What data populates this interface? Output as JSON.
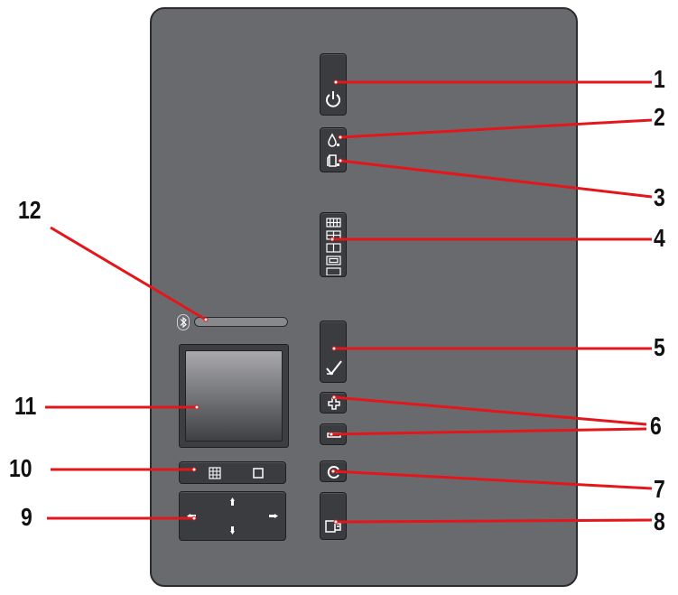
{
  "callouts": [
    {
      "id": "1",
      "label": "1"
    },
    {
      "id": "2",
      "label": "2"
    },
    {
      "id": "3",
      "label": "3"
    },
    {
      "id": "4",
      "label": "4"
    },
    {
      "id": "5",
      "label": "5"
    },
    {
      "id": "6",
      "label": "6"
    },
    {
      "id": "7",
      "label": "7"
    },
    {
      "id": "8",
      "label": "8"
    },
    {
      "id": "9",
      "label": "9"
    },
    {
      "id": "10",
      "label": "10"
    },
    {
      "id": "11",
      "label": "11"
    },
    {
      "id": "12",
      "label": "12"
    }
  ],
  "colors": {
    "panel": "#696a6e",
    "button": "#3b3c3f",
    "leader_line": "#e3161b",
    "icon": "#ffffff",
    "label_text": "#111111"
  },
  "icons": {
    "power": "power-icon",
    "ink": "ink-drop-icon",
    "paper": "paper-icon",
    "layout": "layout-grid-icon",
    "ok": "checkmark-icon",
    "plus": "plus-icon",
    "minus": "minus-icon",
    "cancel": "cancel-icon",
    "feed": "paper-feed-icon",
    "bluetooth": "bluetooth-icon"
  }
}
